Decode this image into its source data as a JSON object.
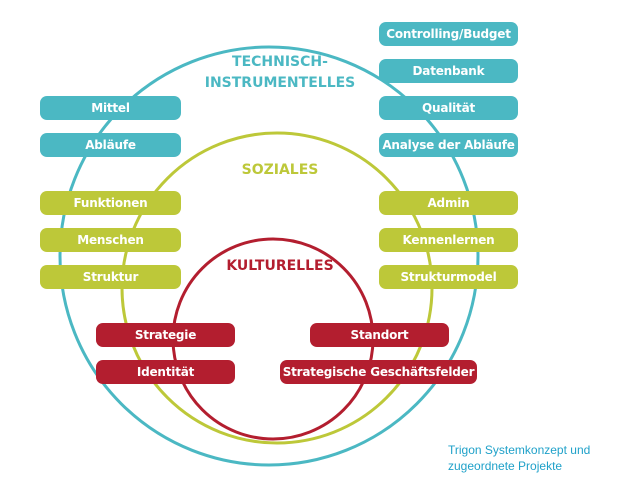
{
  "colors": {
    "technisch": "#4bb8c3",
    "sozial": "#bdc839",
    "kulturell": "#b31e2f",
    "caption": "#1fa1c9"
  },
  "diagram": {
    "technisch": {
      "title_line1": "TECHNISCH-",
      "title_line2": "INSTRUMENTELLES",
      "left": [
        "Mittel",
        "Abläufe"
      ],
      "right": [
        "Controlling/Budget",
        "Datenbank",
        "Qualität",
        "Analyse der Abläufe"
      ]
    },
    "sozial": {
      "title": "SOZIALES",
      "left": [
        "Funktionen",
        "Menschen",
        "Struktur"
      ],
      "right": [
        "Admin",
        "Kennenlernen",
        "Strukturmodel"
      ]
    },
    "kulturell": {
      "title": "KULTURELLES",
      "left": [
        "Strategie",
        "Identität"
      ],
      "right": [
        "Standort",
        "Strategische Geschäftsfelder"
      ]
    }
  },
  "caption": {
    "line1": "Trigon Systemkonzept und",
    "line2": "zugeordnete Projekte"
  }
}
